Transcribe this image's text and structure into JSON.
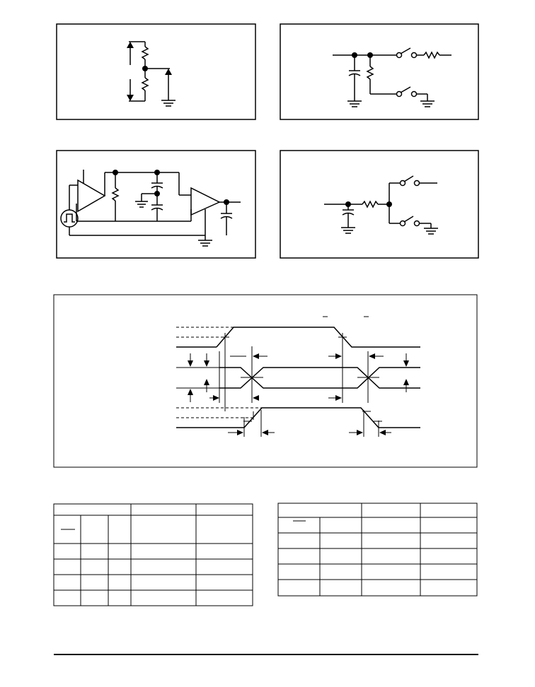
{
  "page": {
    "figures": [
      {
        "id": "fig1",
        "description_visible_text": ""
      },
      {
        "id": "fig2",
        "description_visible_text": ""
      },
      {
        "id": "fig3",
        "description_visible_text": ""
      },
      {
        "id": "fig4",
        "description_visible_text": ""
      },
      {
        "id": "timing",
        "description_visible_text": ""
      }
    ],
    "tables": {
      "left": {
        "rows": 6,
        "cols": 5
      },
      "right": {
        "rows": 6,
        "cols": 4
      }
    }
  }
}
